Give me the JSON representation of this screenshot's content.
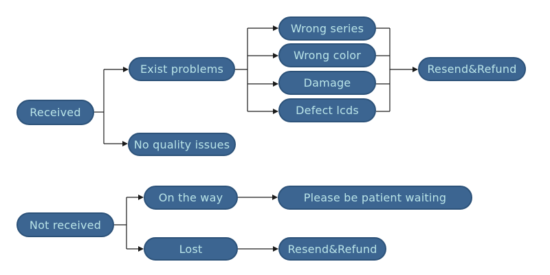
{
  "nodes": {
    "received": "Received",
    "exist_problems": "Exist problems",
    "no_quality_issues": "No quality issues",
    "wrong_series": "Wrong series",
    "wrong_color": "Wrong color",
    "damage": "Damage",
    "defect_lcds": "Defect lcds",
    "resend_refund_1": "Resend&Refund",
    "not_received": "Not received",
    "on_the_way": "On the way",
    "lost": "Lost",
    "please_be_patient": "Please be patient waiting",
    "resend_refund_2": "Resend&Refund"
  },
  "colors": {
    "node_fill": "#3c6591",
    "node_border": "#2c5279",
    "node_text": "#b9e4e8",
    "connector": "#1a1a1a",
    "background": "#ffffff"
  }
}
